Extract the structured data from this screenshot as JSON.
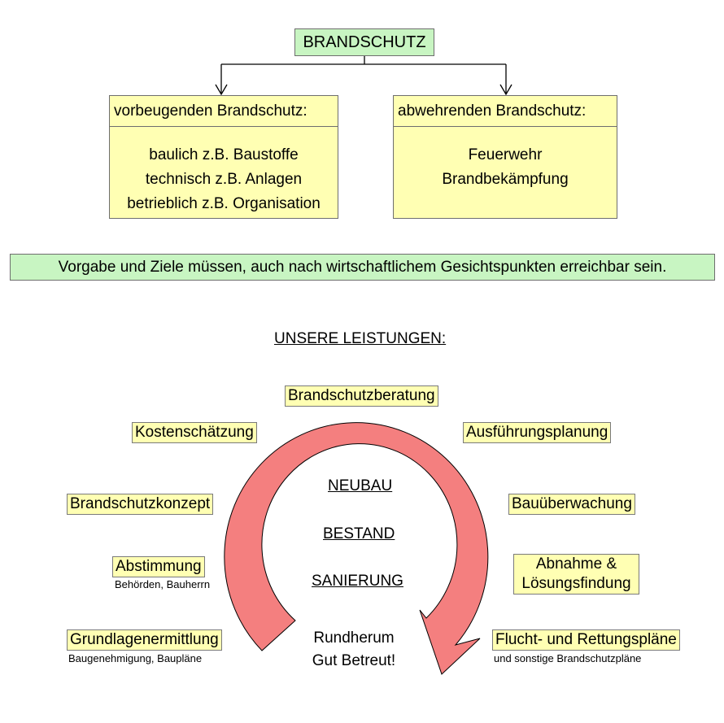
{
  "top": {
    "title": "BRANDSCHUTZ",
    "left_box": {
      "heading": "vorbeugenden Brandschutz:",
      "lines": [
        "baulich z.B. Baustoffe",
        "technisch z.B. Anlagen",
        "betrieblich z.B. Organisation"
      ]
    },
    "right_box": {
      "heading": "abwehrenden Brandschutz:",
      "lines": [
        "Feuerwehr",
        "Brandbekämpfung"
      ]
    }
  },
  "banner": "Vorgabe und Ziele müssen, auch nach wirtschaftlichem Gesichtspunkten erreichbar sein.",
  "services": {
    "title": "UNSERE LEISTUNGEN:",
    "items": {
      "beratung": "Brandschutzberatung",
      "kosten": "Kostenschätzung",
      "ausfuehrung": "Ausführungsplanung",
      "konzept": "Brandschutzkonzept",
      "ueberwachung": "Bauüberwachung",
      "abstimmung": "Abstimmung",
      "abstimmung_sub": "Behörden, Bauherrn",
      "abnahme_1": "Abnahme &",
      "abnahme_2": "Lösungsfindung",
      "grundlagen": "Grundlagenermittlung",
      "grundlagen_sub": "Baugenehmigung, Baupläne",
      "flucht": "Flucht- und Rettungspläne",
      "flucht_sub": "und sonstige Brandschutzpläne"
    },
    "center": [
      "NEUBAU",
      "BESTAND",
      "SANIERUNG"
    ],
    "footer": [
      "Rundherum",
      "Gut Betreut!"
    ]
  },
  "colors": {
    "green_box": "#c8f5c2",
    "yellow_box": "#ffffb3",
    "arrow_fill": "#f47f7f"
  }
}
